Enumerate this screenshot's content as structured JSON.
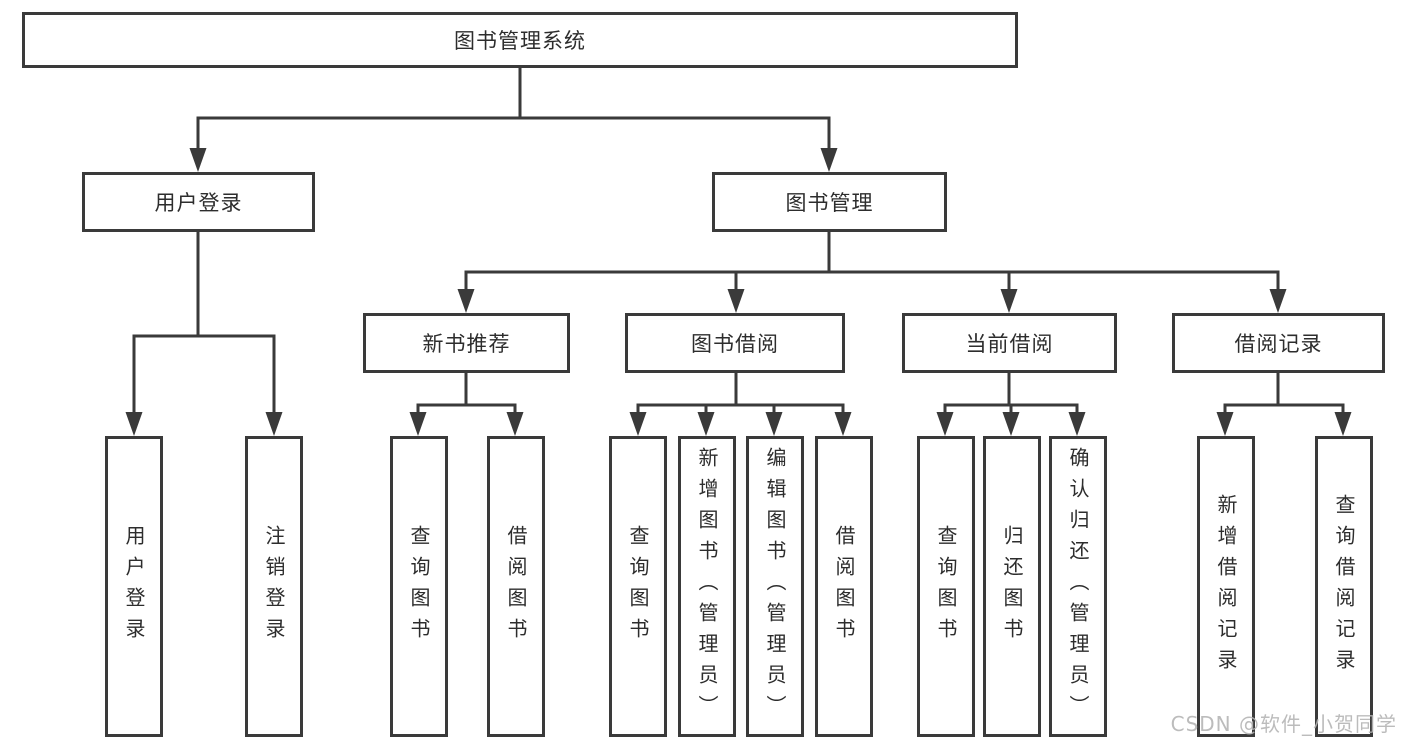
{
  "diagram": {
    "tree": {
      "root": {
        "label": "图书管理系统"
      },
      "branches": [
        {
          "label": "用户登录",
          "children": [
            {
              "label": "用户登录"
            },
            {
              "label": "注销登录"
            }
          ]
        },
        {
          "label": "图书管理",
          "children": [
            {
              "label": "新书推荐",
              "children": [
                {
                  "label": "查询图书"
                },
                {
                  "label": "借阅图书"
                }
              ]
            },
            {
              "label": "图书借阅",
              "children": [
                {
                  "label": "查询图书"
                },
                {
                  "label": "新增图书（管理员）"
                },
                {
                  "label": "编辑图书（管理员）"
                },
                {
                  "label": "借阅图书"
                }
              ]
            },
            {
              "label": "当前借阅",
              "children": [
                {
                  "label": "查询图书"
                },
                {
                  "label": "归还图书"
                },
                {
                  "label": "确认归还（管理员）"
                }
              ]
            },
            {
              "label": "借阅记录",
              "children": [
                {
                  "label": "新增借阅记录"
                },
                {
                  "label": "查询借阅记录"
                }
              ]
            }
          ]
        }
      ]
    },
    "colors": {
      "line": "#3a3a3a",
      "text": "#2d2d2d",
      "background": "#ffffff",
      "watermark": "#b5b5b5"
    }
  },
  "watermark": {
    "text": "CSDN @软件_小贺同学"
  }
}
